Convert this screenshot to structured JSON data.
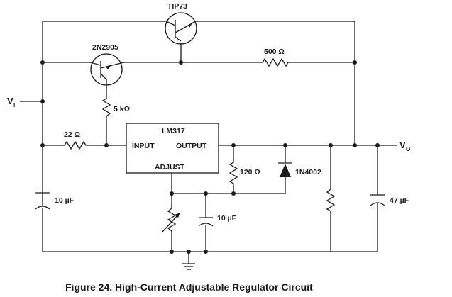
{
  "caption": "Figure 24.  High-Current Adjustable Regulator Circuit",
  "components": {
    "tip73": "TIP73",
    "q2n2905": "2N2905",
    "r500": "500 Ω",
    "r5k": "5 kΩ",
    "r22": "22 Ω",
    "r120": "120 Ω",
    "d1n4002": "1N4002",
    "c10_left": "10 µF",
    "c10_mid": "10 µF",
    "c47": "47 µF"
  },
  "ic": {
    "name": "LM317",
    "input": "INPUT",
    "output": "OUTPUT",
    "adjust": "ADJUST"
  },
  "terminals": {
    "vin_main": "V",
    "vin_sub": "I",
    "vout_main": "V",
    "vout_sub": "O"
  }
}
